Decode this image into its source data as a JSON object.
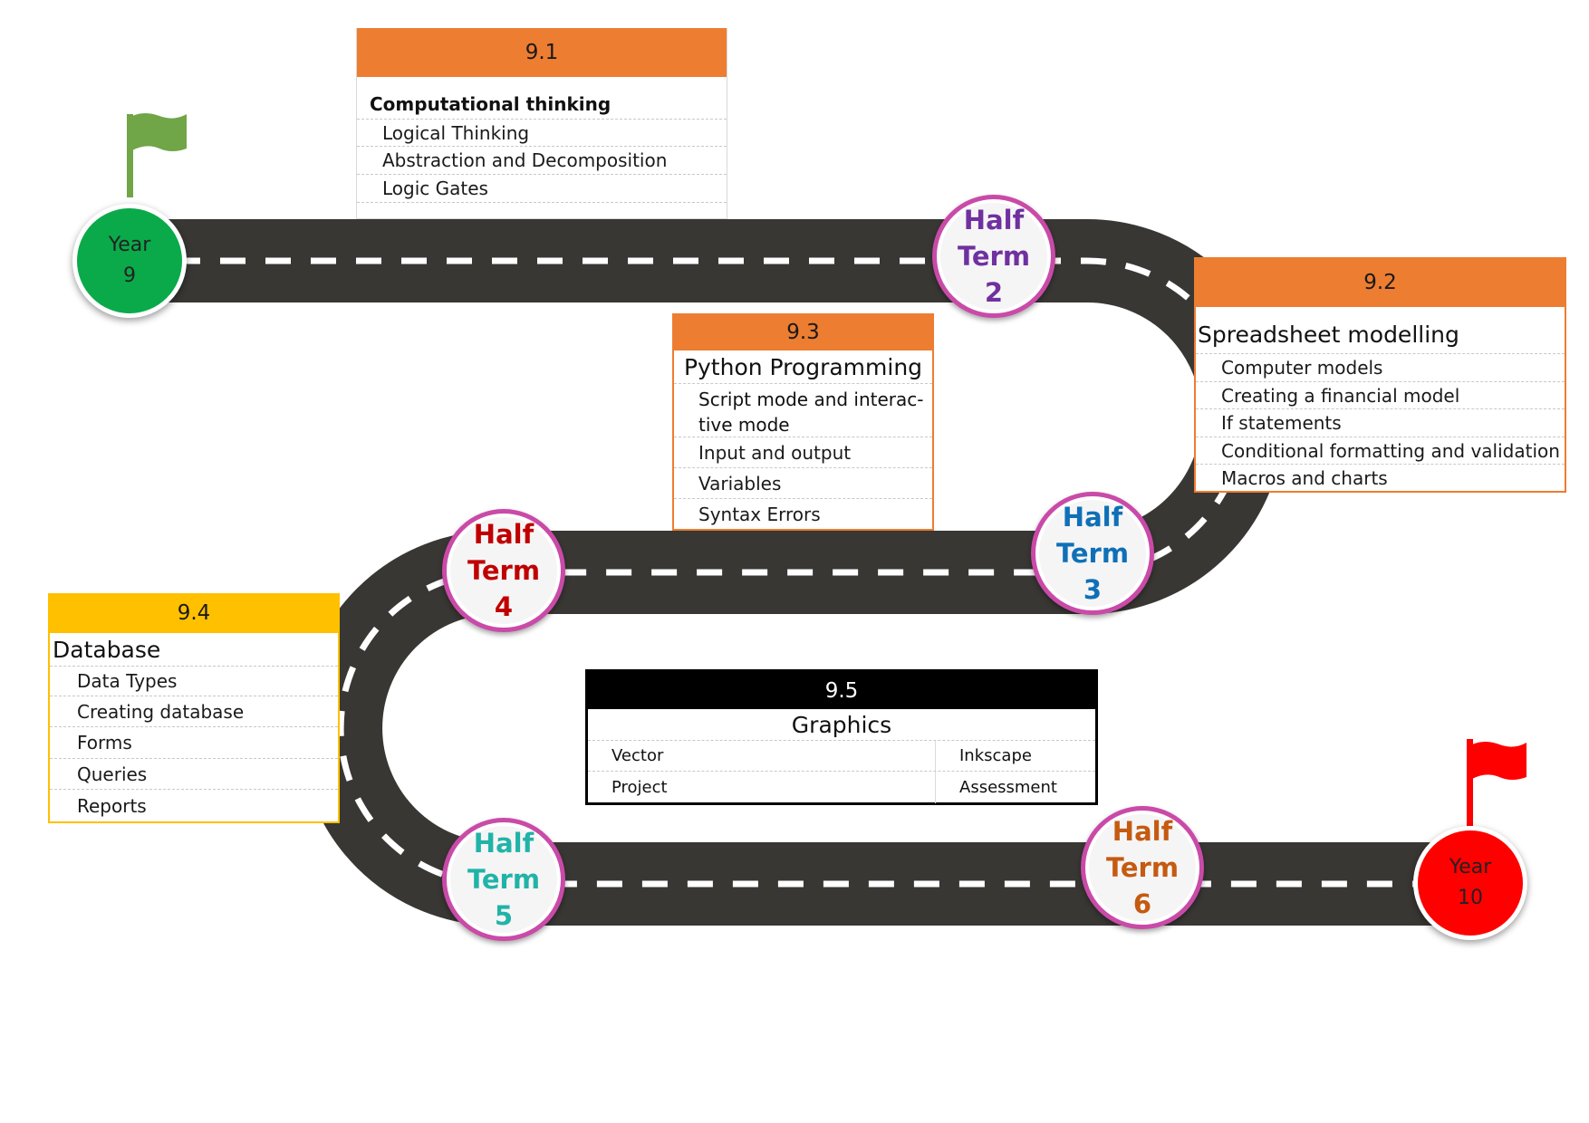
{
  "start": {
    "label": "Year",
    "value": "9",
    "color": "#0aaa4a"
  },
  "end": {
    "label": "Year",
    "value": "10",
    "color": "#ff0000"
  },
  "flags": {
    "start_color": "#70a548",
    "end_color": "#ff0000"
  },
  "road": {
    "asphalt": "#383734",
    "lane_marking": "#ffffff",
    "milestone_ring": "#ca4aa8"
  },
  "half_terms": [
    {
      "line1": "Half",
      "line2": "Term",
      "line3": "2",
      "color": "#7030a0"
    },
    {
      "line1": "Half",
      "line2": "Term",
      "line3": "3",
      "color": "#0f70b7"
    },
    {
      "line1": "Half",
      "line2": "Term",
      "line3": "4",
      "color": "#c00000"
    },
    {
      "line1": "Half",
      "line2": "Term",
      "line3": "5",
      "color": "#21b3a8"
    },
    {
      "line1": "Half",
      "line2": "Term",
      "line3": "6",
      "color": "#c55a11"
    }
  ],
  "cards": {
    "c91": {
      "code": "9.1",
      "title": "Computational thinking",
      "accent": "#ed7d31",
      "items": [
        "Logical Thinking",
        "Abstraction and Decomposition",
        "Logic Gates"
      ]
    },
    "c92": {
      "code": "9.2",
      "title": "Spreadsheet modelling",
      "accent": "#ed7d31",
      "items": [
        "Computer models",
        "Creating a financial model",
        "If statements",
        "Conditional formatting and validation",
        "Macros and charts"
      ]
    },
    "c93": {
      "code": "9.3",
      "title": "Python Programming",
      "accent": "#ed7d31",
      "items": [
        "Script mode and interac-",
        "tive mode",
        "Input and output",
        "Variables",
        "Syntax Errors"
      ]
    },
    "c94": {
      "code": "9.4",
      "title": "Database",
      "accent": "#ffc000",
      "items": [
        "Data Types",
        "Creating database",
        "Forms",
        "Queries",
        "Reports"
      ]
    },
    "c95": {
      "code": "9.5",
      "title": "Graphics",
      "accent": "#000000",
      "left_items": [
        "Vector",
        "Project"
      ],
      "right_items": [
        "Inkscape",
        "Assessment"
      ]
    }
  }
}
